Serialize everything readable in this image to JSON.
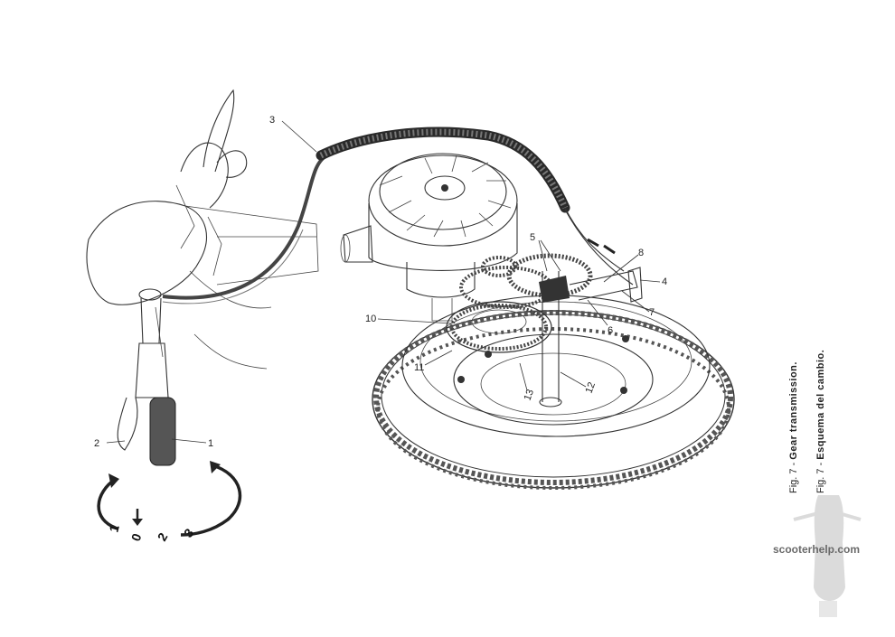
{
  "callouts": [
    "1",
    "2",
    "3",
    "4",
    "5",
    "6",
    "7",
    "8",
    "10",
    "11",
    "12",
    "13"
  ],
  "dial_marks": [
    "1",
    "0",
    "2",
    "3"
  ],
  "captions": [
    {
      "fig": "Fig. 7 -",
      "text": "Gear transmission."
    },
    {
      "fig": "Fig. 7 -",
      "text": "Esquema del cambio."
    }
  ],
  "watermark": "scooterhelp.com",
  "colors": {
    "ink": "#333333",
    "paper": "#ffffff",
    "watermark": "#6a6a6a"
  }
}
